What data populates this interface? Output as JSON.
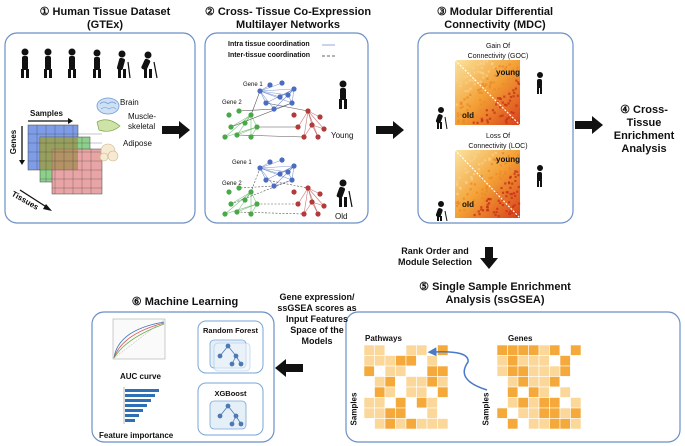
{
  "step1": {
    "title_line1": "① Human Tissue Dataset",
    "title_line2": "(GTEx)",
    "samples": "Samples",
    "genes": "Genes",
    "tissues": "Tissues",
    "brain": "Brain",
    "muscle1": "Muscle-",
    "muscle2": "skeletal",
    "adipose": "Adipose"
  },
  "step2": {
    "title_line1": "② Cross- Tissue Co-Expression",
    "title_line2": "Multilayer Networks",
    "intra": "Intra tissue coordination",
    "inter": "Inter-tissue coordination",
    "gene1": "Gene 1",
    "gene2": "Gene 2",
    "young": "Young",
    "old": "Old"
  },
  "step3": {
    "title_line1": "③ Modular Differential",
    "title_line2": "Connectivity (MDC)",
    "goc1": "Gain Of",
    "goc2": "Connectivity (GOC)",
    "loc1": "Loss Of",
    "loc2": "Connectivity (LOC)",
    "young": "young",
    "old": "old"
  },
  "step4": {
    "line1": "④ Cross-Tissue",
    "line2": "Enrichment",
    "line3": "Analysis"
  },
  "rank": {
    "line1": "Rank Order and",
    "line2": "Module Selection"
  },
  "step5": {
    "title_line1": "⑤ Single Sample Enrichment",
    "title_line2": "Analysis (ssGSEA)",
    "pathways": "Pathways",
    "genes": "Genes",
    "samples": "Samples"
  },
  "features": {
    "line1": "Gene expression/",
    "line2": "ssGSEA scores as",
    "line3": "Input Features",
    "line4": "Space of the",
    "line5": "Models"
  },
  "step6": {
    "title": "⑥ Machine Learning",
    "auc": "AUC curve",
    "feature_importance": "Feature importance",
    "rf": "Random Forest",
    "xgb": "XGBoost"
  },
  "colors": {
    "box_border": "#6b8fc7",
    "arrow": "#111111",
    "orange": "#f4a93a",
    "light_orange": "#fbd79a",
    "blue_node": "#4b6cc1",
    "green_node": "#4aa84a",
    "red_node": "#b23a3a"
  }
}
